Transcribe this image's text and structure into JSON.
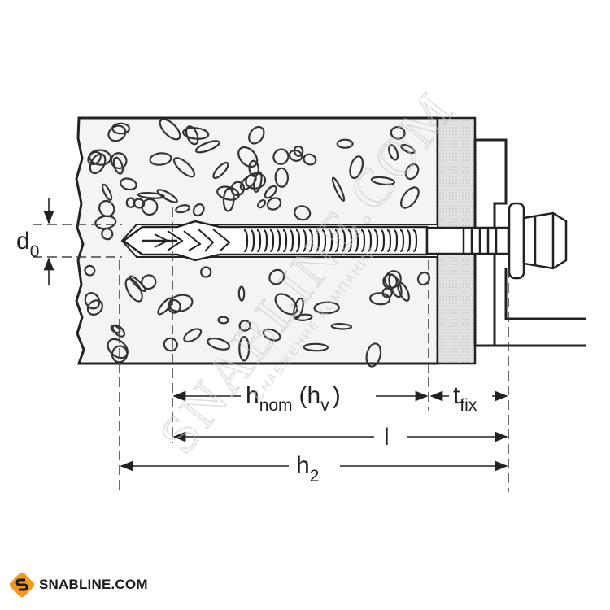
{
  "labels": {
    "d0_main": "d",
    "d0_sub": "0",
    "hnom_main": "h",
    "hnom_sub": "nom",
    "hv_open": "(h",
    "hv_sub": "v",
    "hv_close": ")",
    "tfix_main": "t",
    "tfix_sub": "fix",
    "l_main": "l",
    "h2_main": "h",
    "h2_sub": "2"
  },
  "watermark": {
    "main": "SNABLINE.COM",
    "sub": "СНАБЖЕНИЕ КОМПАНИЙ"
  },
  "logo": {
    "text": "SNABLINE.COM",
    "icon": "snabline-s-logo-icon"
  },
  "colors": {
    "ink": "#222222",
    "concrete_fill": "#f2f2f2",
    "plaster_fill": "#e2e2e2",
    "watermark": "#d9d9d9",
    "logo_accent": "#f39a1e"
  }
}
